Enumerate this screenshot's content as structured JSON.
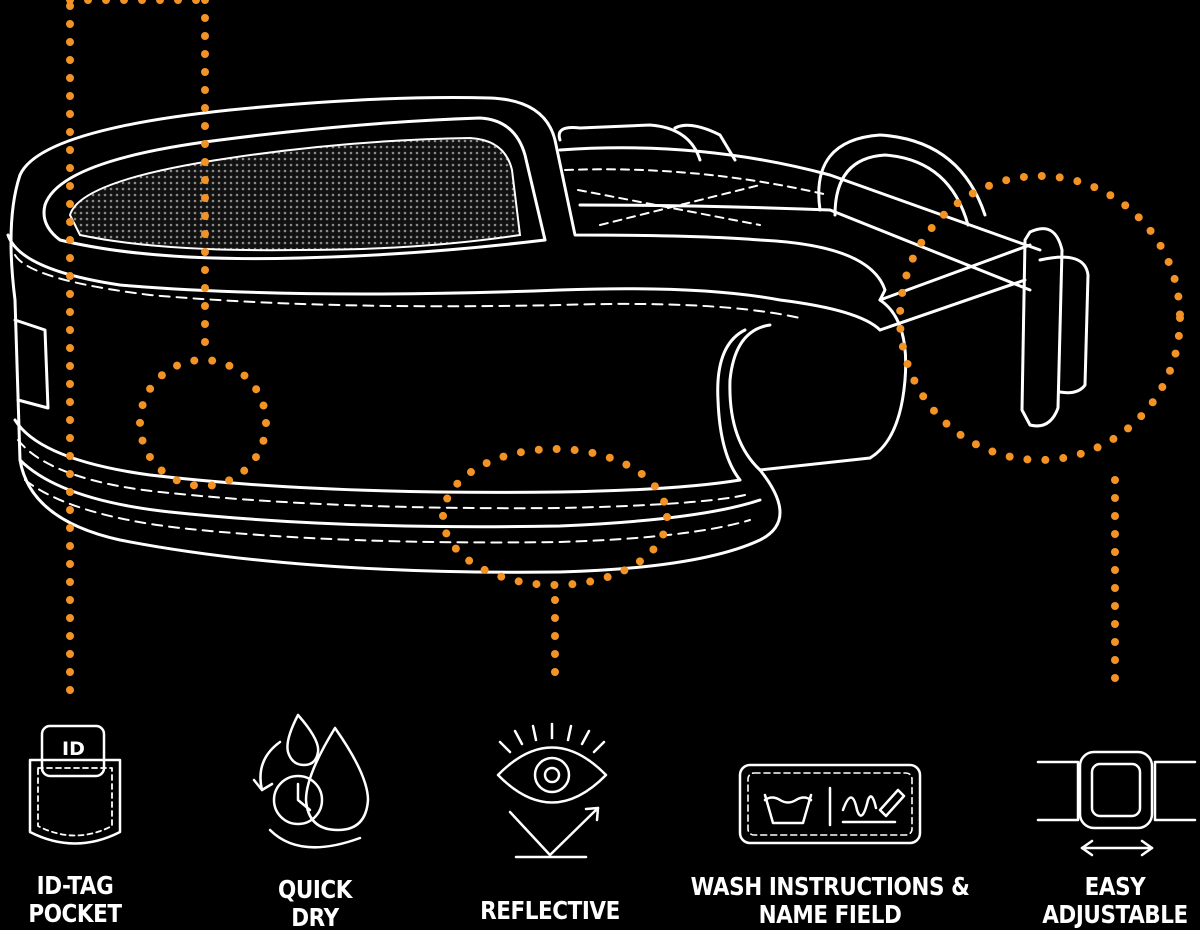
{
  "colors": {
    "accent": "#f39325",
    "line": "#ffffff",
    "background": "#000000"
  },
  "features": [
    {
      "icon": "id-tag-pocket-icon",
      "icon_text": "ID",
      "lines": [
        "ID-TAG",
        "POCKET"
      ]
    },
    {
      "icon": "quick-dry-icon",
      "lines": [
        "QUICK",
        "DRY"
      ]
    },
    {
      "icon": "reflective-eye-icon",
      "lines": [
        "REFLECTIVE"
      ]
    },
    {
      "icon": "wash-label-icon",
      "lines": [
        "WASH INSTRUCTIONS &",
        "NAME FIELD"
      ]
    },
    {
      "icon": "adjustable-buckle-icon",
      "lines": [
        "EASY",
        "ADJUSTABLE"
      ]
    }
  ]
}
